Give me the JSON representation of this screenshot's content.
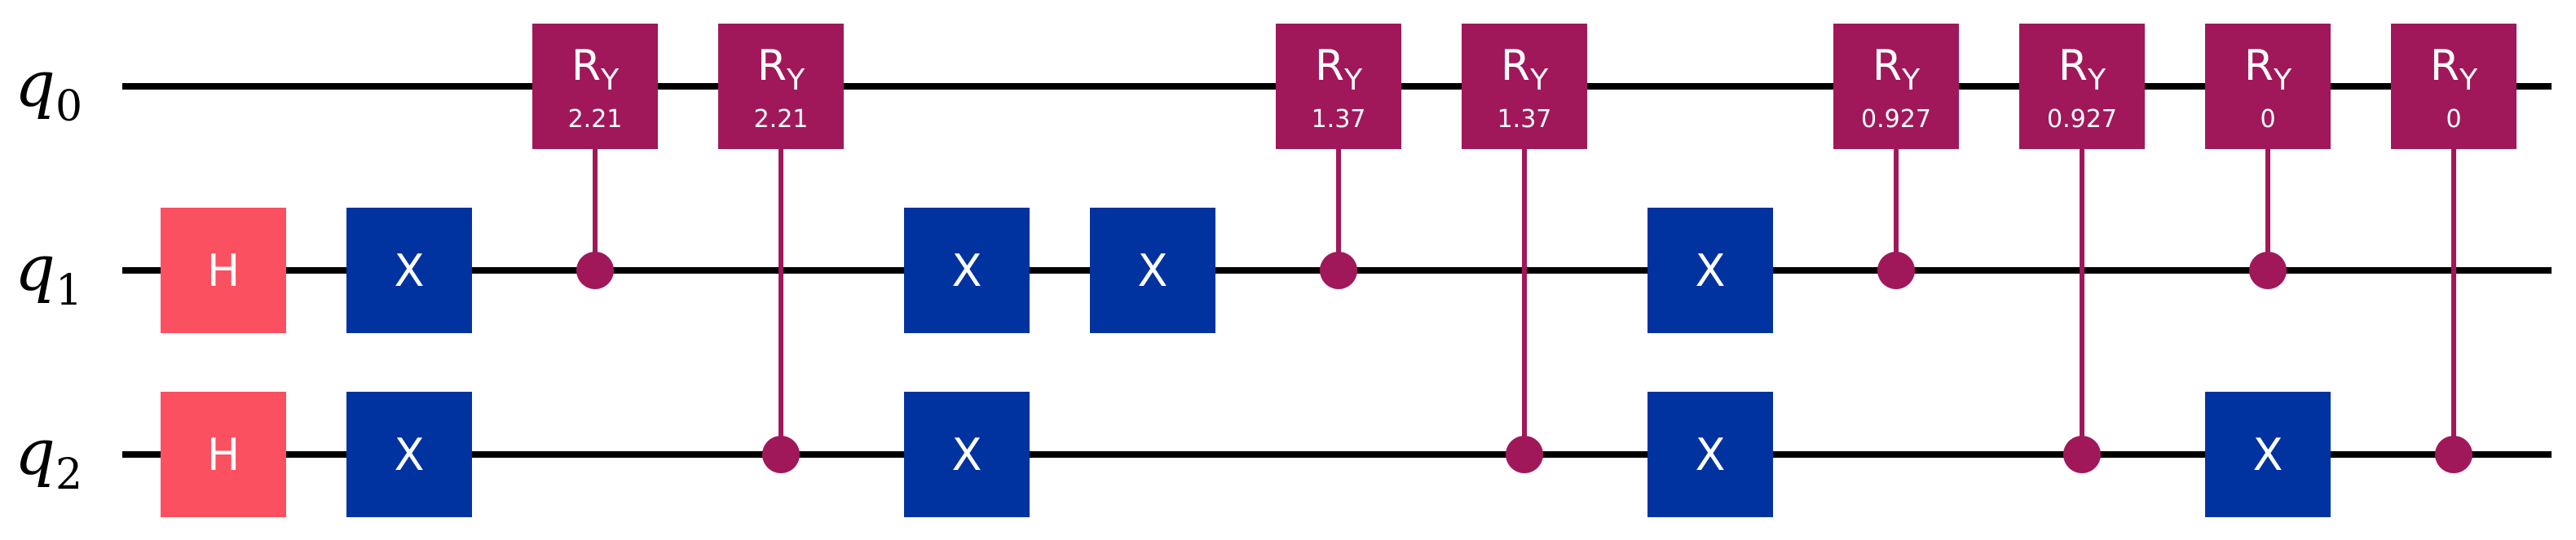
{
  "colors": {
    "wire": "#000000",
    "h_gate": "#FA5060",
    "x_gate": "#0033A0",
    "ry_gate": "#A0185A",
    "gate_text": "#FFFFFF"
  },
  "qubits": [
    {
      "label": "q",
      "sub": "0"
    },
    {
      "label": "q",
      "sub": "1"
    },
    {
      "label": "q",
      "sub": "2"
    }
  ],
  "columns": 13,
  "gates": [
    {
      "type": "H",
      "label": "H",
      "qubit": 1,
      "col": 0
    },
    {
      "type": "H",
      "label": "H",
      "qubit": 2,
      "col": 0
    },
    {
      "type": "X",
      "label": "X",
      "qubit": 1,
      "col": 1
    },
    {
      "type": "X",
      "label": "X",
      "qubit": 2,
      "col": 1
    },
    {
      "type": "CRY",
      "label": "R",
      "sub": "Y",
      "param": "2.21",
      "target": 0,
      "control": 1,
      "col": 2
    },
    {
      "type": "CRY",
      "label": "R",
      "sub": "Y",
      "param": "2.21",
      "target": 0,
      "control": 2,
      "col": 3
    },
    {
      "type": "X",
      "label": "X",
      "qubit": 1,
      "col": 4
    },
    {
      "type": "X",
      "label": "X",
      "qubit": 2,
      "col": 4
    },
    {
      "type": "X",
      "label": "X",
      "qubit": 1,
      "col": 5
    },
    {
      "type": "CRY",
      "label": "R",
      "sub": "Y",
      "param": "1.37",
      "target": 0,
      "control": 1,
      "col": 6
    },
    {
      "type": "CRY",
      "label": "R",
      "sub": "Y",
      "param": "1.37",
      "target": 0,
      "control": 2,
      "col": 7
    },
    {
      "type": "X",
      "label": "X",
      "qubit": 1,
      "col": 8
    },
    {
      "type": "X",
      "label": "X",
      "qubit": 2,
      "col": 8
    },
    {
      "type": "CRY",
      "label": "R",
      "sub": "Y",
      "param": "0.927",
      "target": 0,
      "control": 1,
      "col": 9
    },
    {
      "type": "CRY",
      "label": "R",
      "sub": "Y",
      "param": "0.927",
      "target": 0,
      "control": 2,
      "col": 10
    },
    {
      "type": "CRY",
      "label": "R",
      "sub": "Y",
      "param": "0",
      "target": 0,
      "control": 1,
      "col": 11
    },
    {
      "type": "X",
      "label": "X",
      "qubit": 2,
      "col": 11
    },
    {
      "type": "CRY",
      "label": "R",
      "sub": "Y",
      "param": "0",
      "target": 0,
      "control": 2,
      "col": 12
    }
  ]
}
